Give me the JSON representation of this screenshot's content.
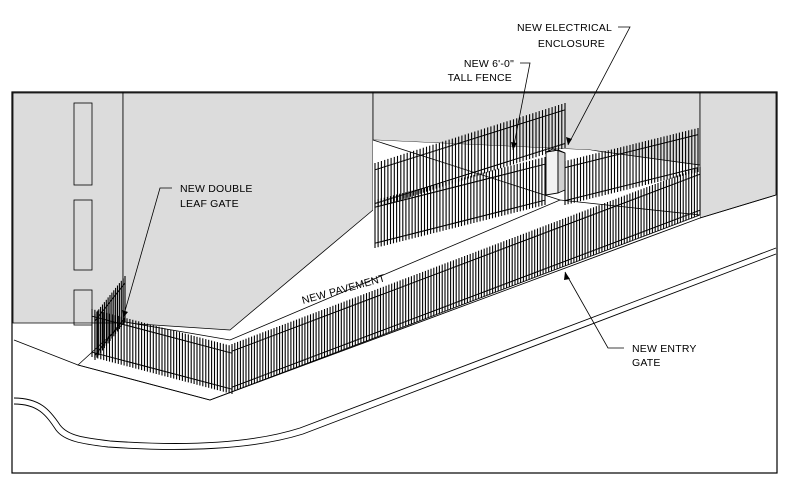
{
  "callouts": {
    "electrical_line1": "NEW ELECTRICAL",
    "electrical_line2": "ENCLOSURE",
    "fence_line1": "NEW 6'-0\"",
    "fence_line2": "TALL FENCE",
    "double_gate_line1": "NEW DOUBLE",
    "double_gate_line2": "LEAF GATE",
    "entry_gate_line1": "NEW ENTRY",
    "entry_gate_line2": "GATE"
  },
  "labels": {
    "pavement": "NEW PAVEMENT"
  },
  "colors": {
    "building": "#dcdcdc",
    "background": "#ffffff",
    "line": "#000000"
  }
}
